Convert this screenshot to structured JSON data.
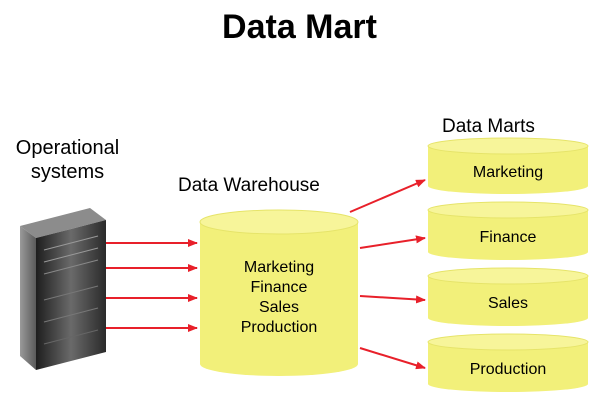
{
  "title": "Data Mart",
  "operational": {
    "line1": "Operational",
    "line2": "systems"
  },
  "warehouse": {
    "label": "Data Warehouse",
    "contents": [
      "Marketing",
      "Finance",
      "Sales",
      "Production"
    ]
  },
  "marts": {
    "label": "Data Marts",
    "items": [
      "Marketing",
      "Finance",
      "Sales",
      "Production"
    ]
  },
  "colors": {
    "cylinder": "#f2f07a",
    "cylinder_top": "#f7f59a",
    "arrow": "#e8202a",
    "server": "#3a3a3a"
  }
}
